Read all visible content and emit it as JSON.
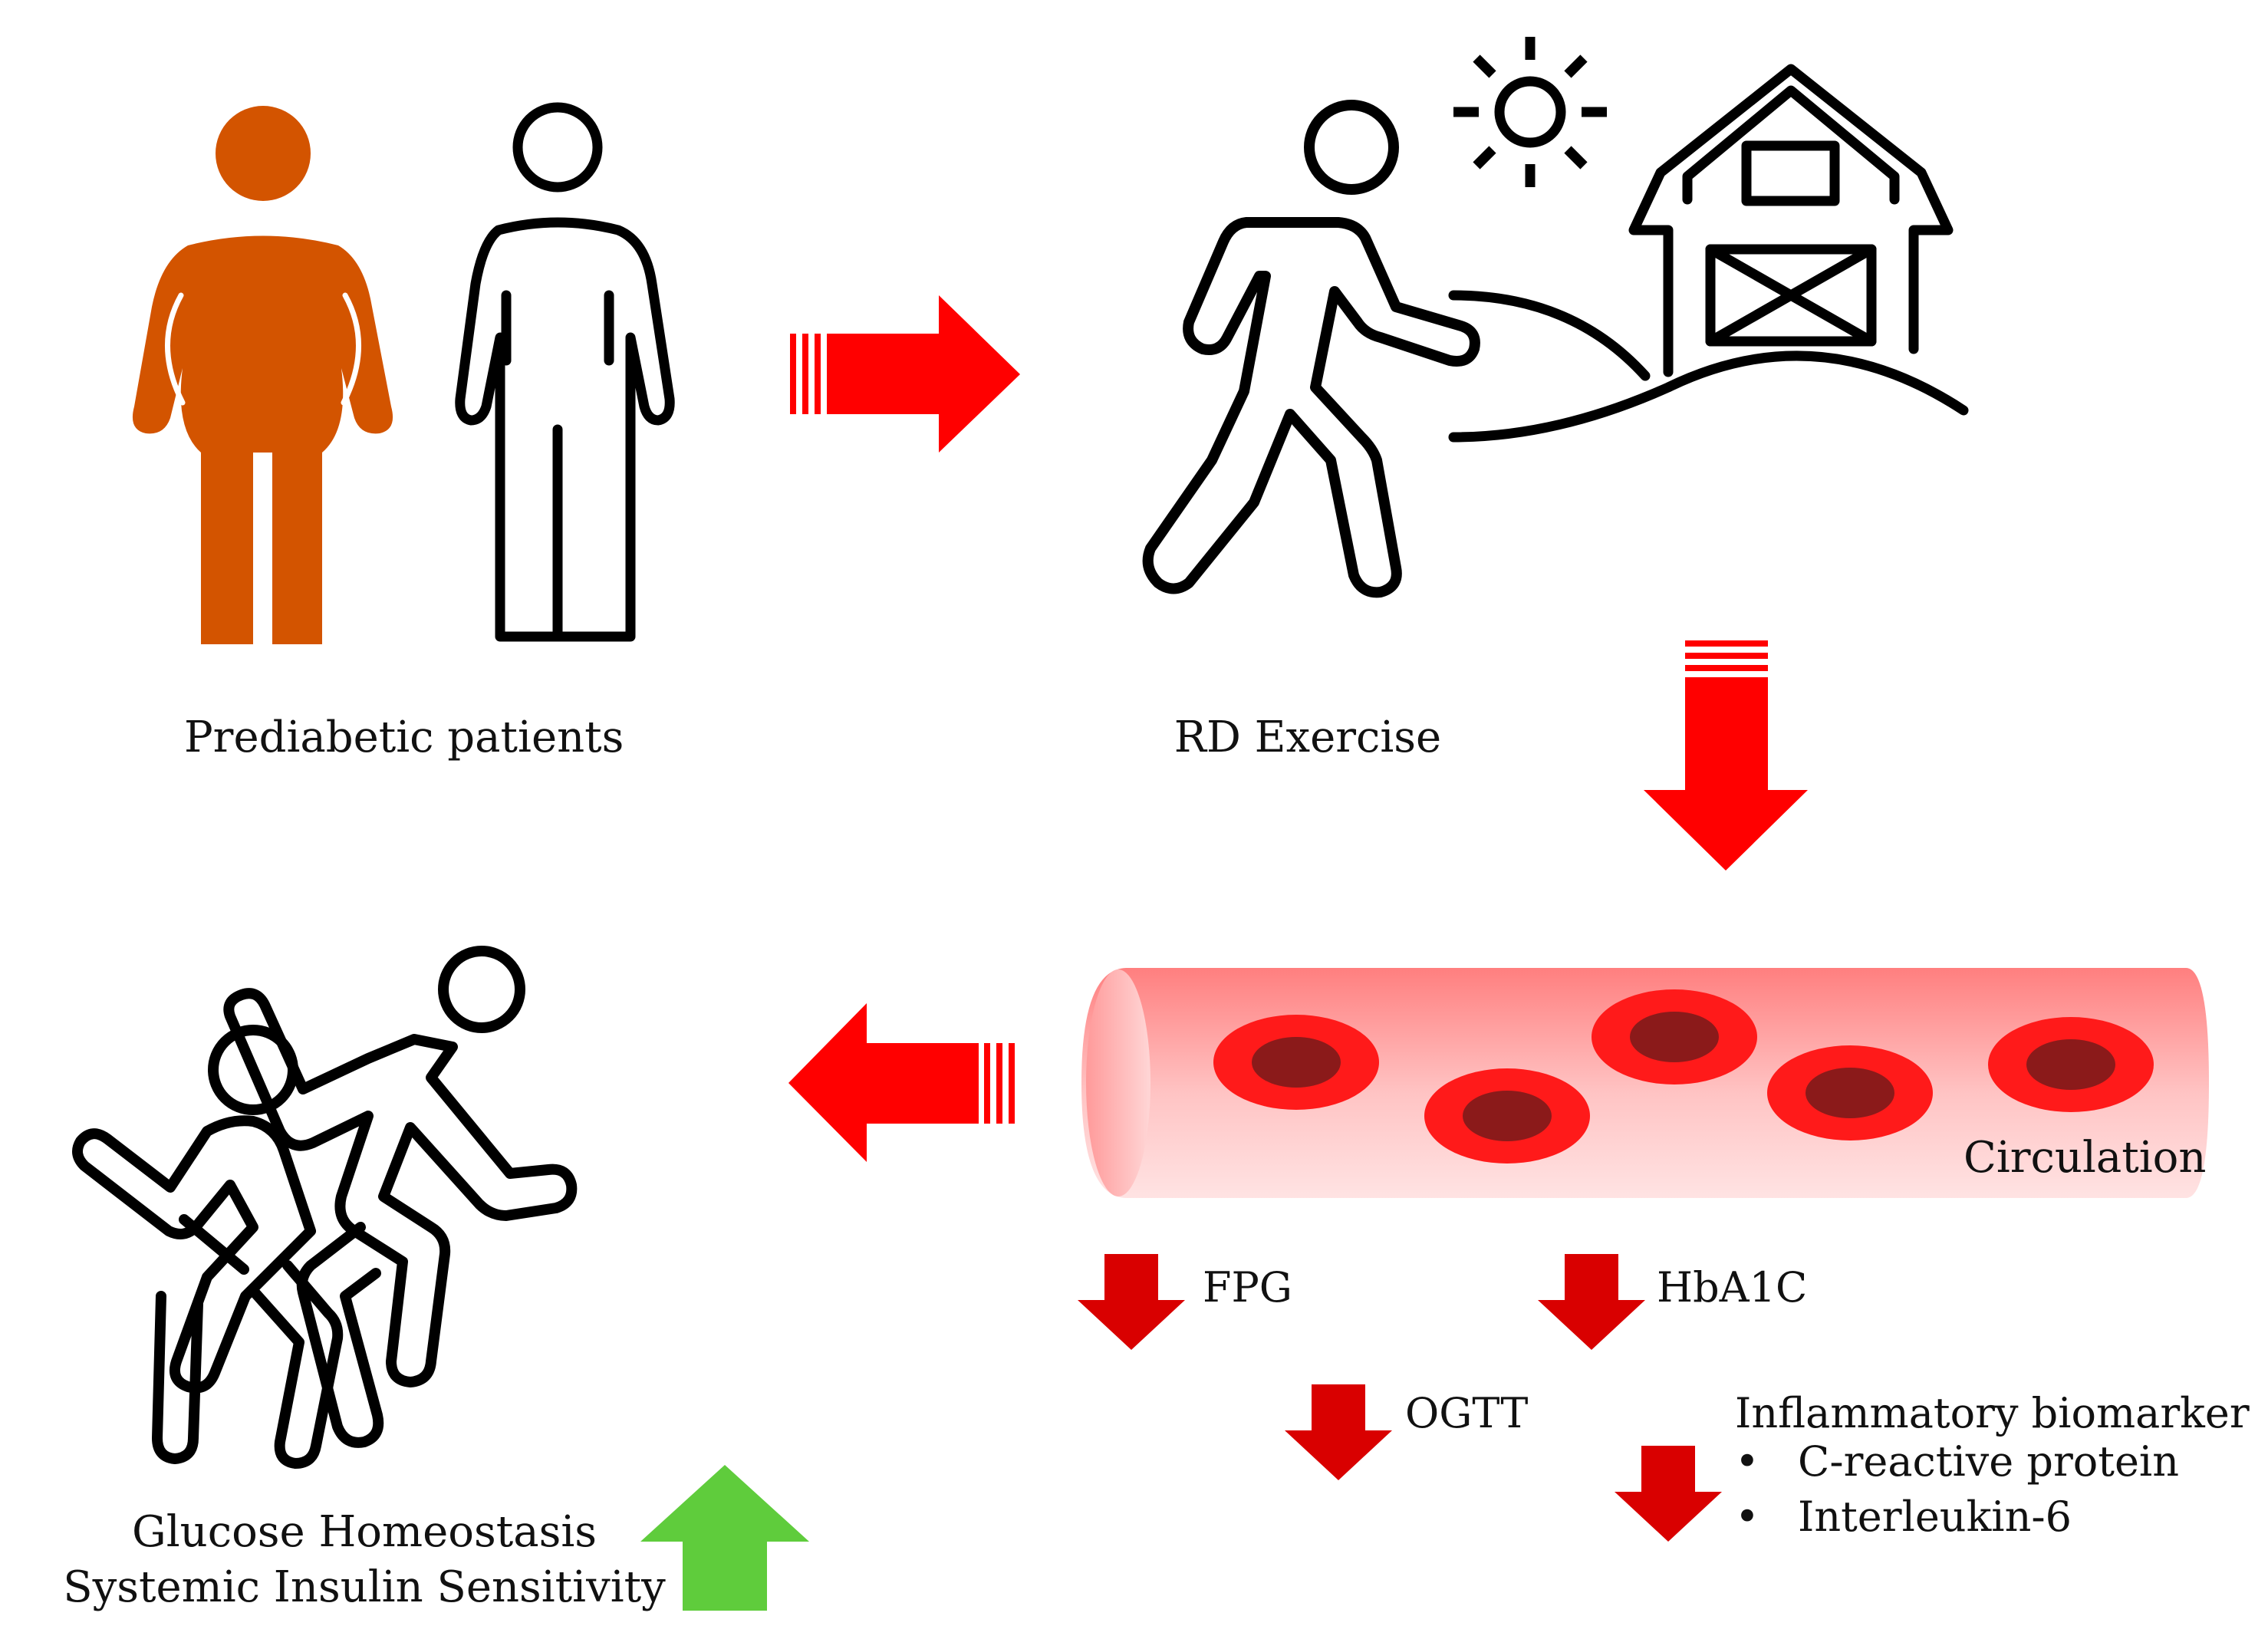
{
  "labels": {
    "prediabetic": "Prediabetic patients",
    "rd_exercise": "RD Exercise",
    "circulation": "Circulation",
    "outcome_line1": "Glucose Homeostasis",
    "outcome_line2": "Systemic Insulin Sensitivity"
  },
  "markers": {
    "fpg": "FPG",
    "hba1c": "HbA1C",
    "ogtt": "OGTT",
    "inflammatory": "Inflammatory biomarker",
    "items": [
      "C-reactive protein",
      "Interleukin-6"
    ]
  },
  "colors": {
    "flow_arrow": "#ff0000",
    "decrease_arrow": "#d90000",
    "increase_arrow": "#5fcc3c",
    "patient_fill": "#d35400",
    "outline": "#000000",
    "cell": "#ff1a1a",
    "cell_core": "#8b1a1a"
  }
}
